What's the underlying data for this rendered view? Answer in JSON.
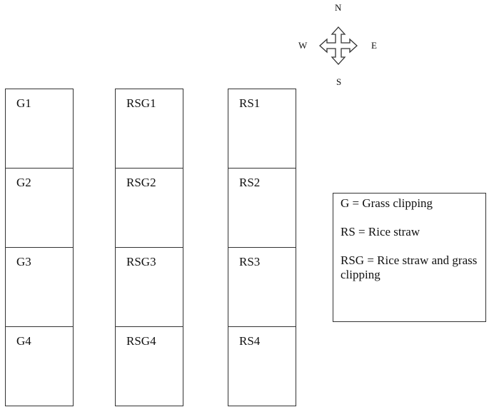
{
  "compass": {
    "north": "N",
    "south": "S",
    "east": "E",
    "west": "W",
    "icon": "four-way-arrow-icon"
  },
  "columns": [
    {
      "plots": [
        "G1",
        "G2",
        "G3",
        "G4"
      ]
    },
    {
      "plots": [
        "RSG1",
        "RSG2",
        "RSG3",
        "RSG4"
      ]
    },
    {
      "plots": [
        "RS1",
        "RS2",
        "RS3",
        "RS4"
      ]
    }
  ],
  "legend": {
    "items": [
      "G = Grass clipping",
      "RS = Rice straw",
      "RSG = Rice straw and grass clipping"
    ]
  }
}
